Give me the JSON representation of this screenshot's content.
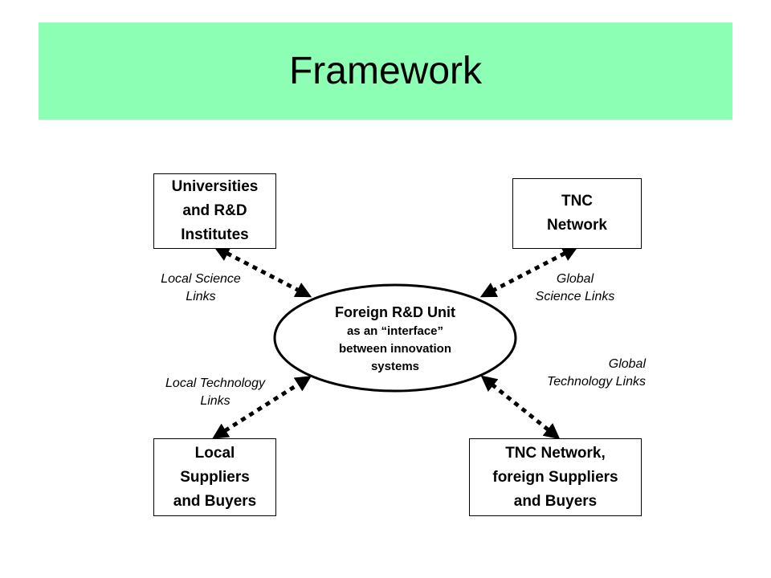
{
  "title": "Framework",
  "colors": {
    "banner": "#8cffb4",
    "stroke": "#000000"
  },
  "nodes": {
    "top_left": "Universities\nand R&D\nInstitutes",
    "top_right": "TNC\nNetwork",
    "bottom_left": "Local\nSuppliers\nand Buyers",
    "bottom_right": "TNC Network,\nforeign Suppliers\nand Buyers"
  },
  "center": {
    "main": "Foreign R&D Unit",
    "sub": "as an “interface”\nbetween innovation\nsystems"
  },
  "links": {
    "local_science": "Local Science\nLinks",
    "global_science": "Global\nScience  Links",
    "local_technology": "Local Technology\nLinks",
    "global_technology": "Global\nTechnology Links"
  },
  "connectors": [
    {
      "id": "local-science",
      "from": "top_left",
      "to": "center",
      "style": "dotted",
      "bidirectional": true
    },
    {
      "id": "global-science",
      "from": "top_right",
      "to": "center",
      "style": "dotted",
      "bidirectional": true
    },
    {
      "id": "local-technology",
      "from": "bottom_left",
      "to": "center",
      "style": "dotted",
      "bidirectional": true
    },
    {
      "id": "global-technology",
      "from": "bottom_right",
      "to": "center",
      "style": "dotted",
      "bidirectional": true
    }
  ]
}
